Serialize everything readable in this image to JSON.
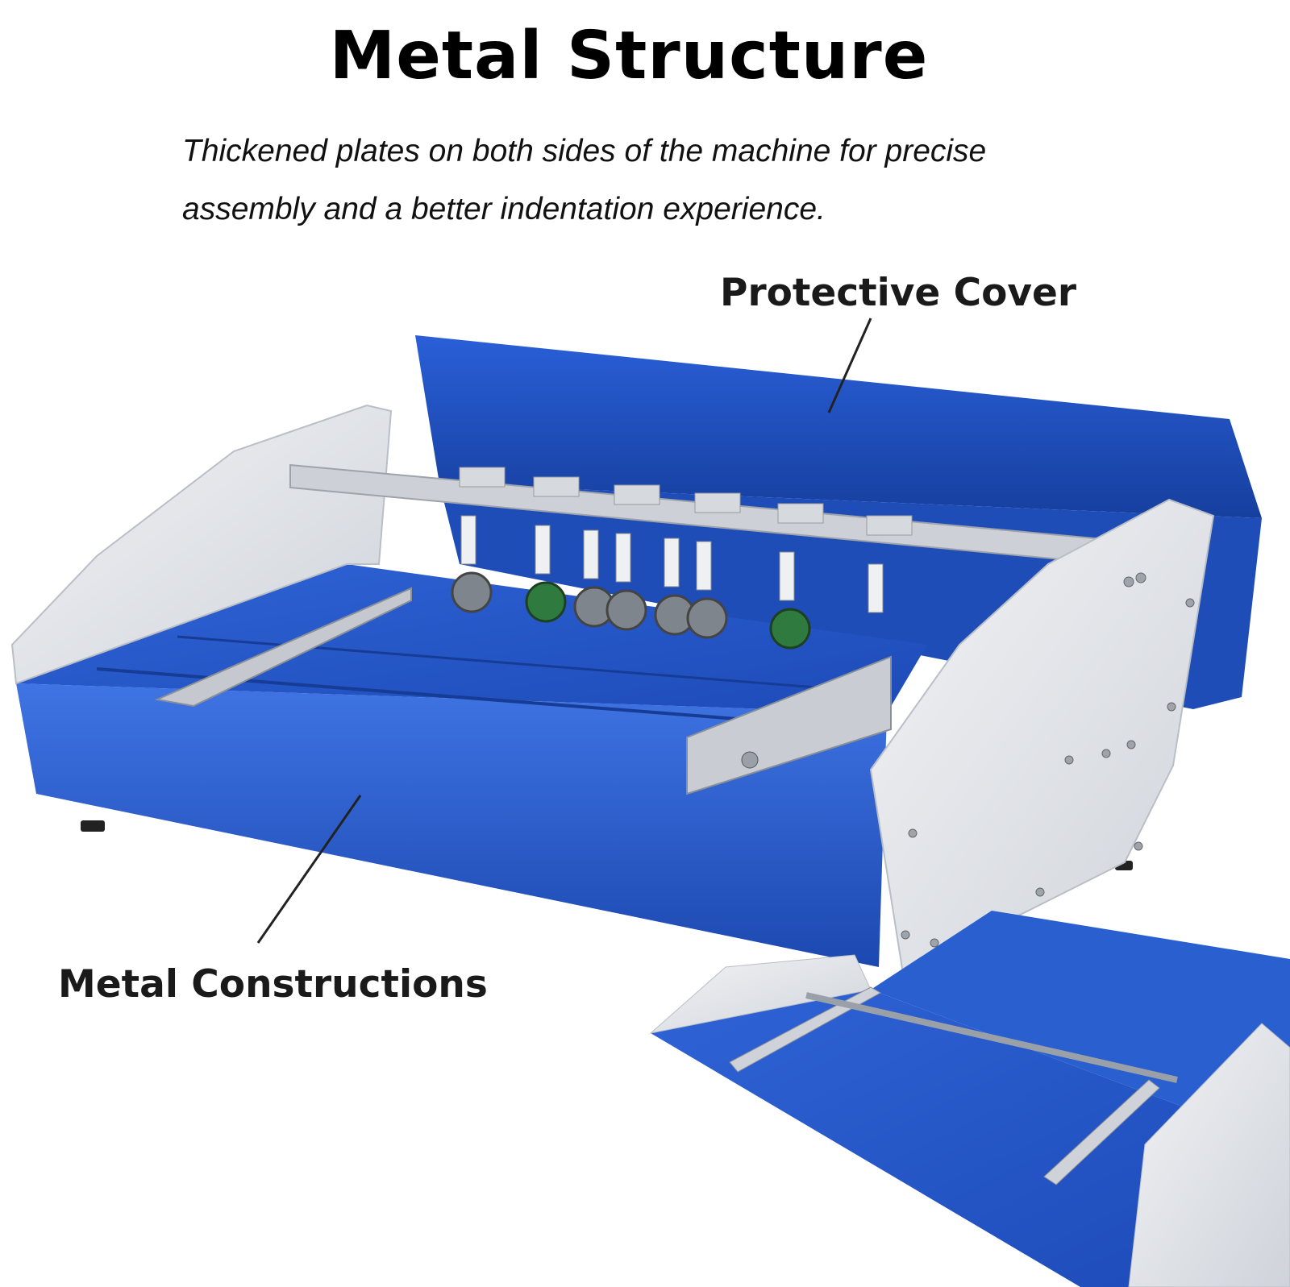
{
  "heading": {
    "title": "Metal Structure",
    "description": "Thickened plates on both sides of the machine for precise assembly and a better indentation experience."
  },
  "callouts": {
    "top": "Protective Cover",
    "bottom": "Metal Constructions"
  },
  "colors": {
    "machine_blue": "#2456c8",
    "plate_silver": "#e4e6ea",
    "background": "#ffffff"
  }
}
